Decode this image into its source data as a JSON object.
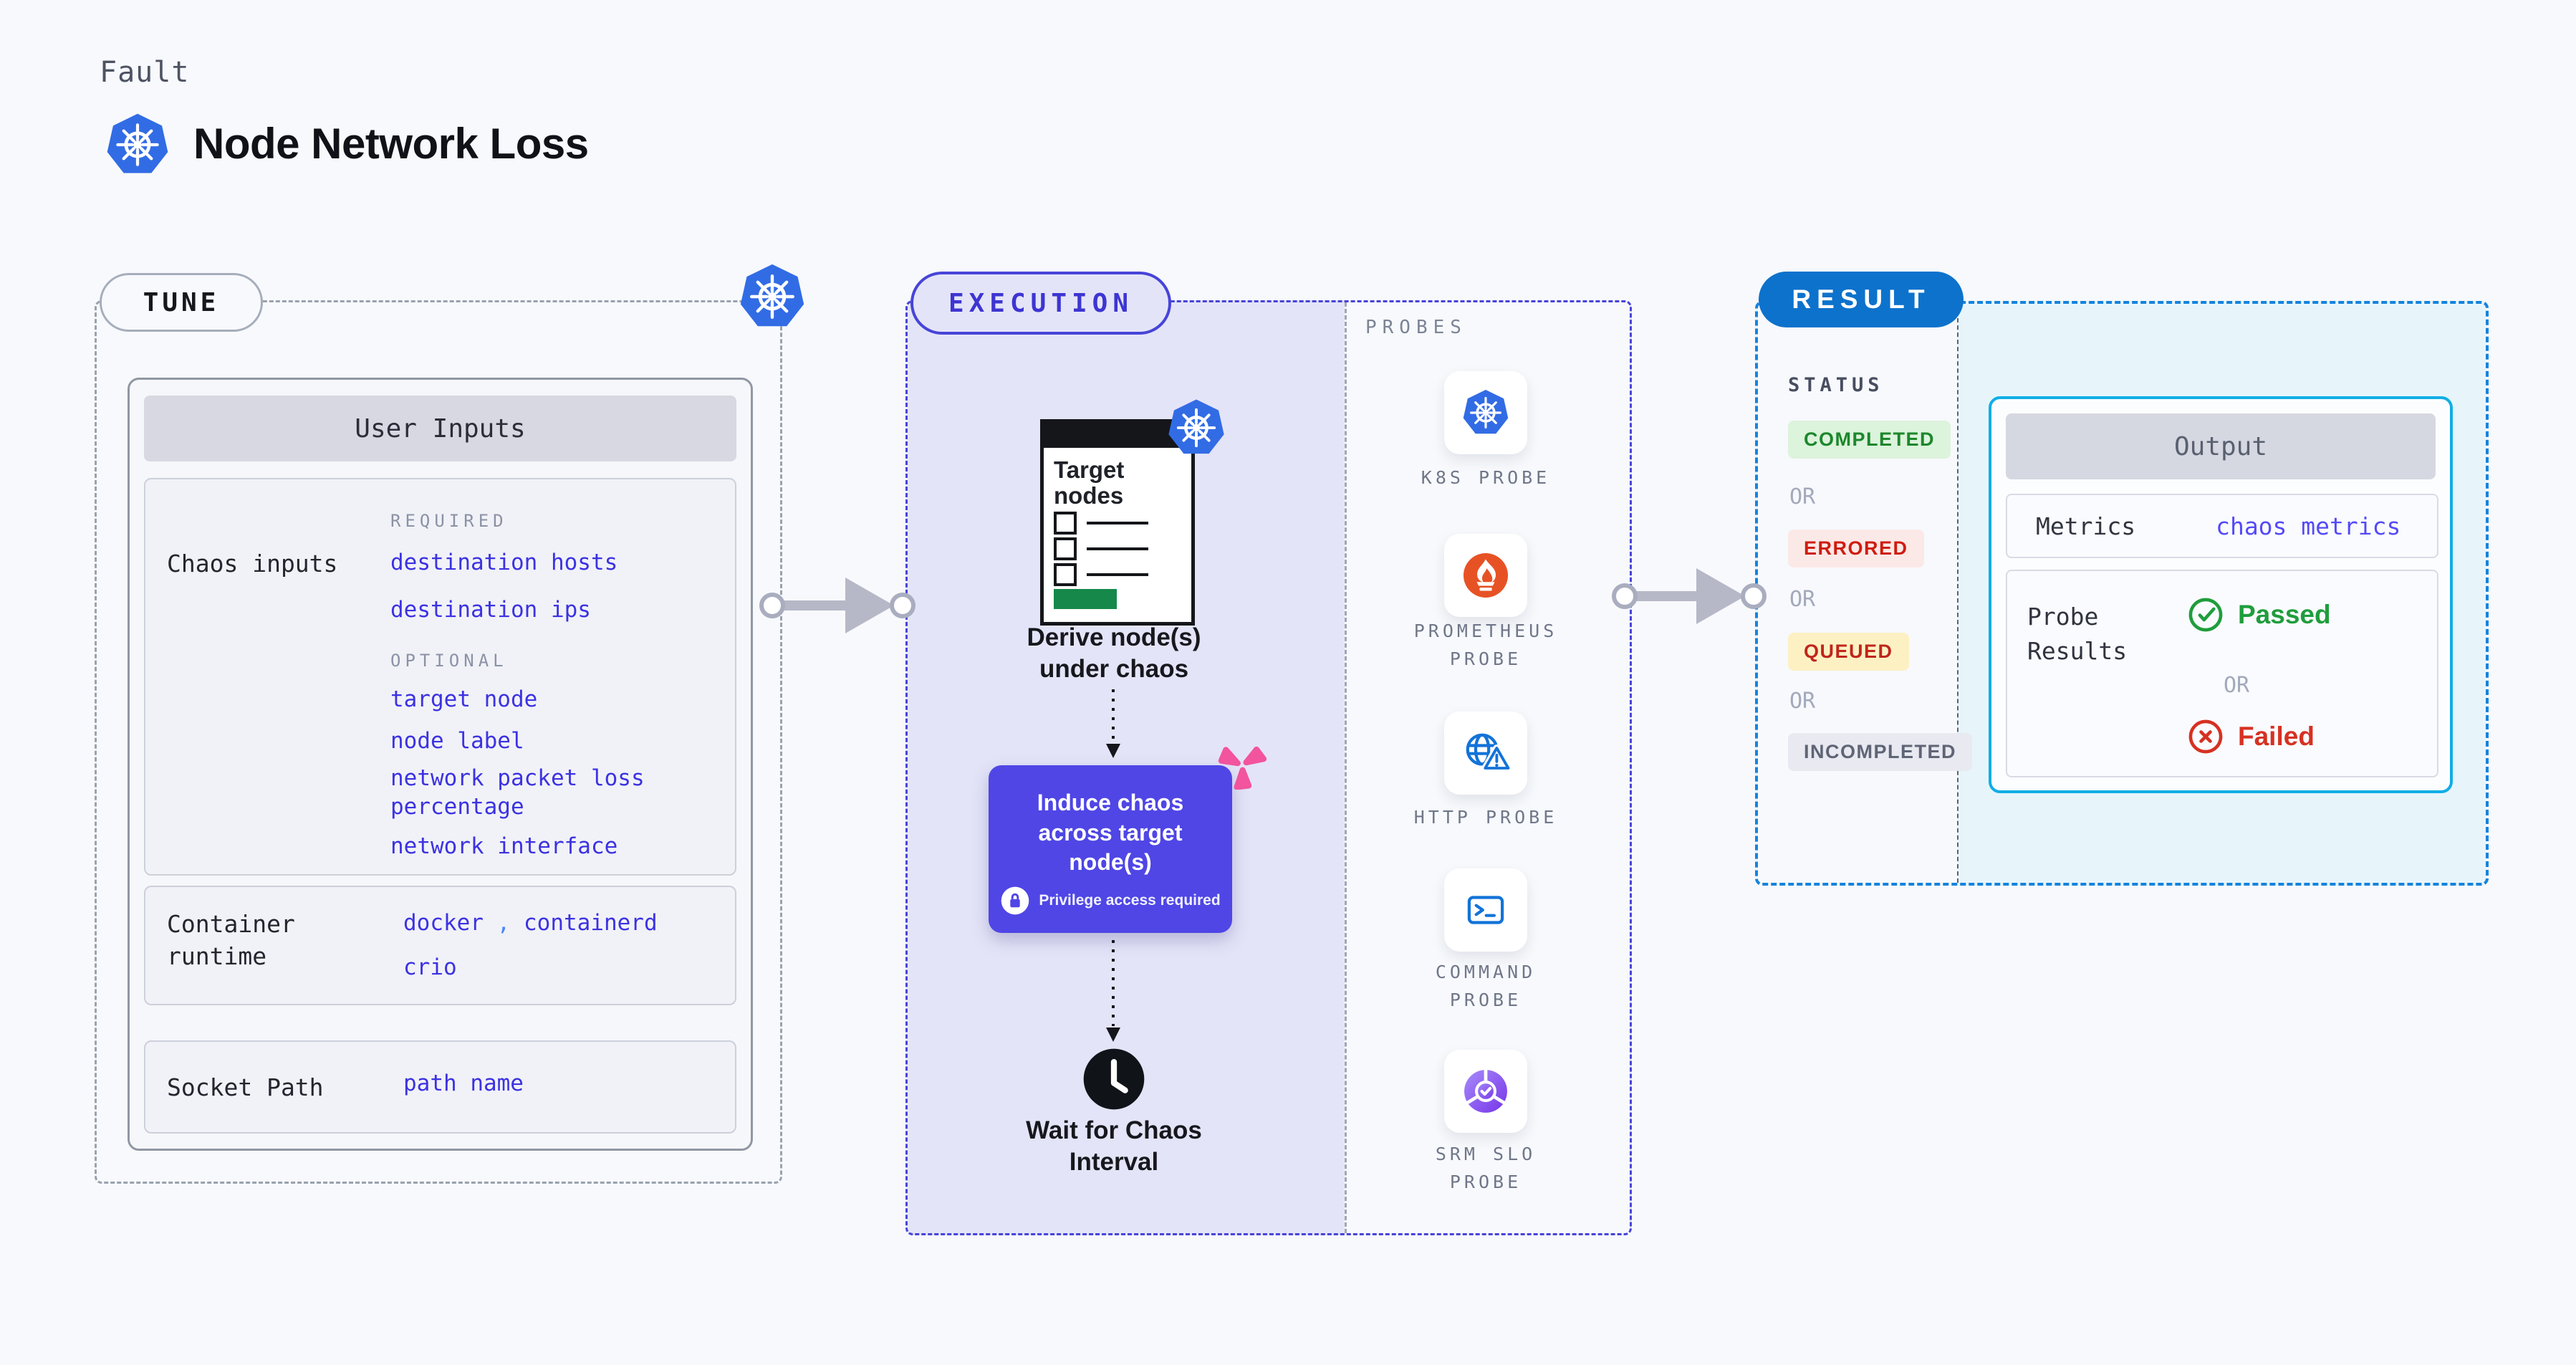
{
  "header": {
    "eyebrow": "Fault",
    "title": "Node Network Loss",
    "icon": "kubernetes-icon"
  },
  "tune": {
    "label": "TUNE",
    "user_inputs": {
      "header": "User Inputs",
      "rows": [
        {
          "label": "Chaos inputs",
          "groups": [
            {
              "heading": "REQUIRED",
              "items": [
                "destination hosts",
                "destination ips"
              ]
            },
            {
              "heading": "OPTIONAL",
              "items": [
                "target node",
                "node label",
                "network packet loss percentage",
                "network interface"
              ]
            }
          ]
        },
        {
          "label": "Container runtime",
          "values": [
            "docker",
            "containerd",
            "crio"
          ],
          "separator": ","
        },
        {
          "label": "Socket Path",
          "value": "path name"
        }
      ]
    }
  },
  "execution": {
    "label": "EXECUTION",
    "target_card": {
      "title": "Target nodes"
    },
    "derive_caption": "Derive node(s) under chaos",
    "induce": {
      "title": "Induce chaos across target node(s)",
      "badge": "Privilege access required"
    },
    "wait_caption": "Wait for Chaos Interval"
  },
  "probes": {
    "label": "PROBES",
    "items": [
      {
        "label": "K8S PROBE",
        "icon": "kubernetes-icon"
      },
      {
        "label": "PROMETHEUS PROBE",
        "icon": "prometheus-icon"
      },
      {
        "label": "HTTP PROBE",
        "icon": "http-globe-warning-icon"
      },
      {
        "label": "COMMAND PROBE",
        "icon": "terminal-icon"
      },
      {
        "label": "SRM SLO PROBE",
        "icon": "slo-pie-check-icon"
      }
    ]
  },
  "result": {
    "label": "RESULT",
    "status": {
      "heading": "STATUS",
      "or_label": "OR",
      "badges": [
        {
          "text": "COMPLETED",
          "kind": "success"
        },
        {
          "text": "ERRORED",
          "kind": "error"
        },
        {
          "text": "QUEUED",
          "kind": "warning"
        },
        {
          "text": "INCOMPLETED",
          "kind": "neutral"
        }
      ]
    },
    "output": {
      "header": "Output",
      "metrics_label": "Metrics",
      "metrics_value": "chaos metrics",
      "probe_results_label": "Probe Results",
      "passed": "Passed",
      "or_label": "OR",
      "failed": "Failed"
    }
  },
  "colors": {
    "background": "#f7f9fc",
    "kubernetes_blue": "#326ce5",
    "indigo_accent": "#4744d8",
    "induce_purple": "#4f46e5",
    "lavender_fill": "#e4e4f8",
    "result_blue": "#0d72cc",
    "result_dash_blue": "#1583dc",
    "output_cyan_border": "#10aee6",
    "output_cyan_fill": "#e7f5fb",
    "value_blue": "#3c32e2",
    "success_green": "#1f9d3c",
    "error_red": "#d63122",
    "prometheus_orange": "#e75225",
    "chaos_pink": "#f2549d",
    "arrow_gray": "#b6b8c7"
  }
}
